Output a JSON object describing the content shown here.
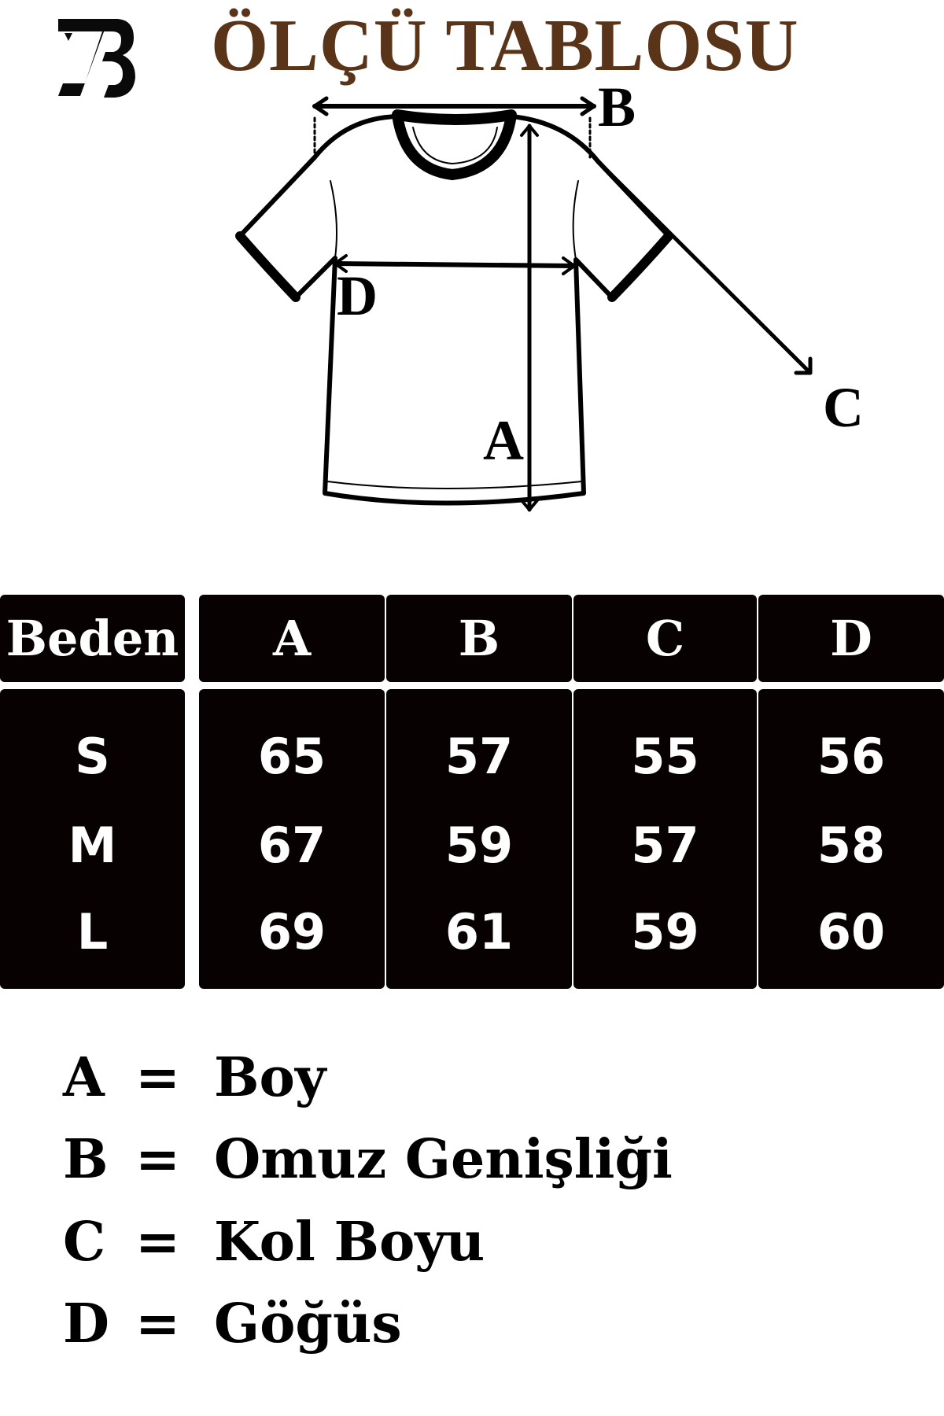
{
  "logo": {
    "text": "ZB"
  },
  "title": "ÖLÇÜ TABLOSU",
  "diagram": {
    "labels": {
      "a": "A",
      "b": "B",
      "c": "C",
      "d": "D"
    }
  },
  "table": {
    "headers": [
      "Beden",
      "A",
      "B",
      "C",
      "D"
    ],
    "rows": [
      {
        "size": "S",
        "a": "65",
        "b": "57",
        "c": "55",
        "d": "56"
      },
      {
        "size": "M",
        "a": "67",
        "b": "59",
        "c": "57",
        "d": "58"
      },
      {
        "size": "L",
        "a": "69",
        "b": "61",
        "c": "59",
        "d": "60"
      }
    ]
  },
  "legend": [
    {
      "key": "A",
      "eq": "=",
      "label": "Boy"
    },
    {
      "key": "B",
      "eq": "=",
      "label": "Omuz Genişliği"
    },
    {
      "key": "C",
      "eq": "=",
      "label": "Kol Boyu"
    },
    {
      "key": "D",
      "eq": "=",
      "label": "Göğüs"
    }
  ],
  "colors": {
    "title": "#5a3418",
    "table_bg": "#070102"
  }
}
